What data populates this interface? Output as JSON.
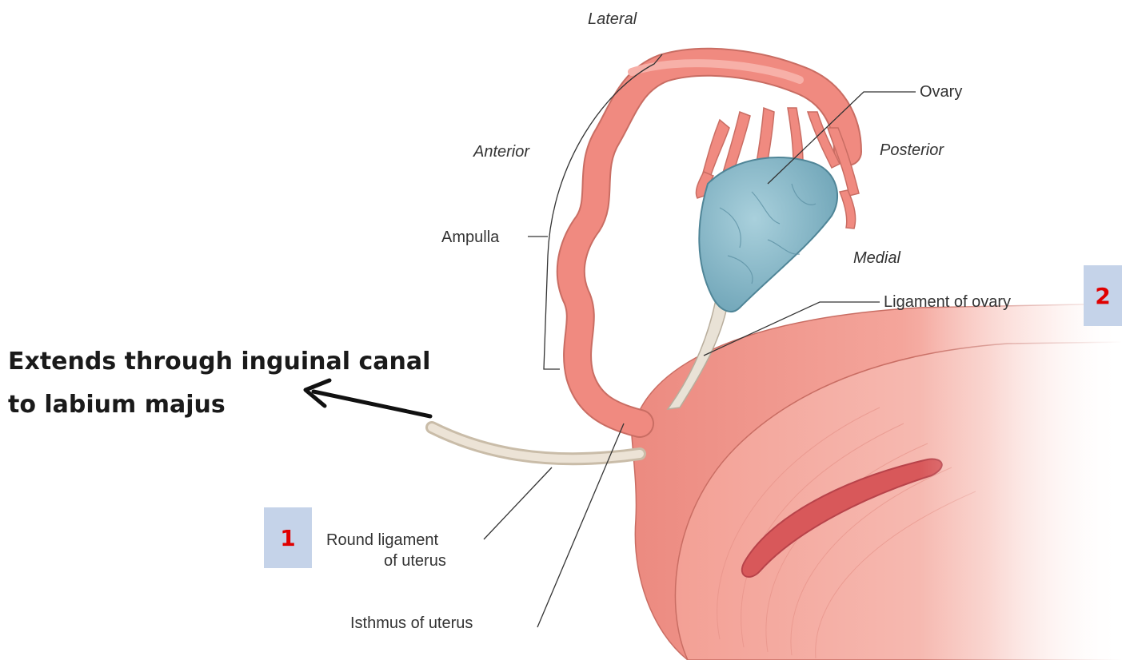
{
  "orientation": {
    "lateral": "Lateral",
    "anterior": "Anterior",
    "posterior": "Posterior",
    "medial": "Medial"
  },
  "labels": {
    "ovary": "Ovary",
    "ampulla": "Ampulla",
    "ligament_of_ovary": "Ligament of ovary",
    "round_ligament_line1": "Round ligament",
    "round_ligament_line2": "of uterus",
    "isthmus": "Isthmus of uterus"
  },
  "callout": {
    "line1": "Extends  through inguinal canal",
    "line2": "to labium majus"
  },
  "badges": {
    "one": "1",
    "two": "2"
  },
  "colors": {
    "tube": "#f08a80",
    "uterus": "#f29a90",
    "ovary": "#7fb2c4",
    "ligament": "#e6dccd",
    "badge_bg": "#c5d3e9",
    "badge_text": "#e00000"
  }
}
